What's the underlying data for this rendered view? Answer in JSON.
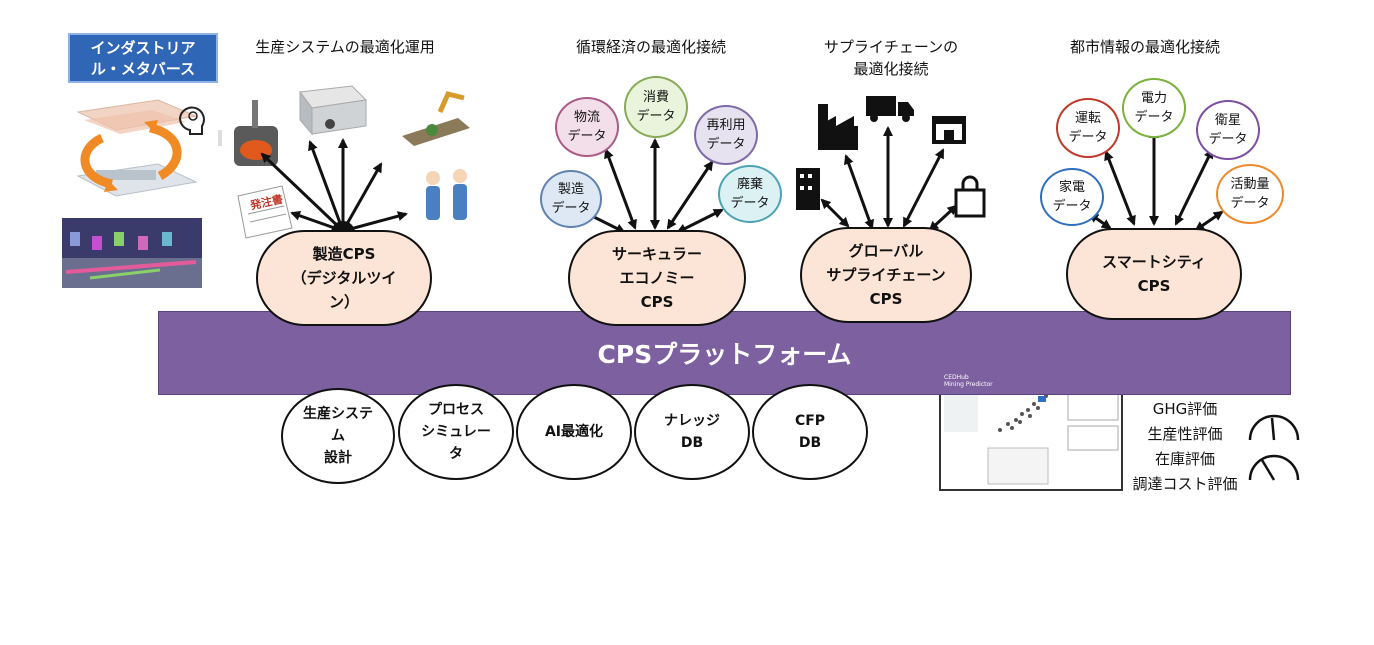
{
  "badge": {
    "line1": "インダストリア",
    "line2": "ル・メタバース"
  },
  "captions": {
    "manufacturing": "生産システムの最適化運用",
    "circular": "循環経済の最適化接続",
    "supply_line1": "サプライチェーンの",
    "supply_line2": "最適化接続",
    "city": "都市情報の最適化接続"
  },
  "order_sheet": {
    "title": "発注書"
  },
  "cps_nodes": {
    "manufacturing": "製造CPS\n（デジタルツイ\nン）",
    "circular": "サーキュラー\nエコノミー\nCPS",
    "global": "グローバル\nサプライチェーン\nCPS",
    "smartcity": "スマートシティ\nCPS"
  },
  "platform": {
    "label": "CPSプラットフォーム"
  },
  "tools": [
    "生産システ\nム\n設計",
    "プロセス\nシミュレー\nタ",
    "AI最適化",
    "ナレッジ\nDB",
    "CFP\nDB"
  ],
  "circular_data": [
    {
      "label": "物流\nデータ",
      "fill": "#f3dfe9",
      "stroke": "#aa5c88"
    },
    {
      "label": "消費\nデータ",
      "fill": "#eaf3dc",
      "stroke": "#86aa55"
    },
    {
      "label": "再利用\nデータ",
      "fill": "#e6e2f0",
      "stroke": "#7f6aa6"
    },
    {
      "label": "製造\nデータ",
      "fill": "#dde8f4",
      "stroke": "#5f82b0"
    },
    {
      "label": "廃棄\nデータ",
      "fill": "#dcf1f4",
      "stroke": "#4ba3b3"
    }
  ],
  "city_data": [
    {
      "label": "運転\nデータ",
      "stroke": "#c0392b"
    },
    {
      "label": "電力\nデータ",
      "stroke": "#7bb13c"
    },
    {
      "label": "衛星\nデータ",
      "stroke": "#7d4fa2"
    },
    {
      "label": "家電\nデータ",
      "stroke": "#2f6fc0"
    },
    {
      "label": "活動量\nデータ",
      "stroke": "#ef8a2c"
    }
  ],
  "evaluations": [
    "GHG評価",
    "生産性評価",
    "在庫評価",
    "調達コスト評価"
  ],
  "dashboard": {
    "brand": "CEDHub",
    "subtitle": "Mining Predictor"
  },
  "icons": [
    "brain-icon",
    "factory-icon",
    "truck-icon",
    "shop-icon",
    "building-icon",
    "shopping-bag-icon",
    "gauge-icon",
    "worker-icon",
    "robot-arm-icon",
    "furnace-icon",
    "machine-icon"
  ],
  "colors": {
    "platform": "#7d60a0",
    "cps_fill": "#fce4d6",
    "badge": "#2f66b5",
    "cycle_arrow": "#f08a24"
  }
}
